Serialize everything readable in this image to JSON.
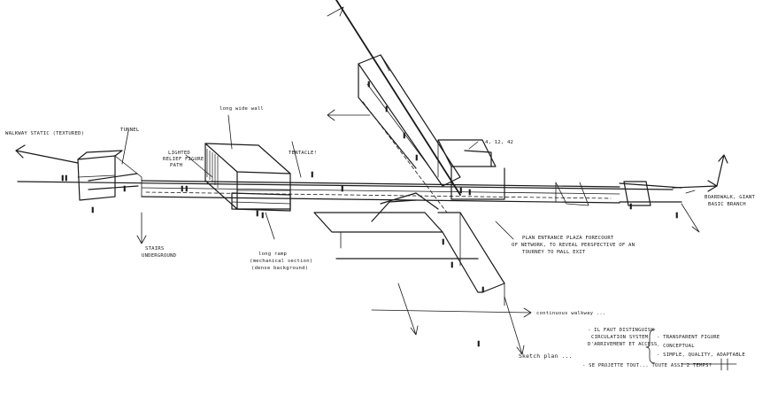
{
  "annotations": {
    "left_title": "WALKWAY STATIC (TEXTURED)",
    "tunnel": "TUNNEL",
    "long_wide_wall": "long wide wall",
    "lighted_relief_1": "LIGHTED",
    "lighted_relief_2": "RELIEF FIGURE",
    "lighted_relief_3": "PATH",
    "tentacle": "TENTACLE!",
    "numbers": "4, 12, 42",
    "stairs_1": "STAIRS",
    "stairs_2": "UNDERGROUND",
    "long_ramp_1": "long ramp",
    "long_ramp_2": "(mechanical section)",
    "long_ramp_3": "(dense background)",
    "center_1": "PLAN ENTRANCE PLAZA FORECOURT",
    "center_2": "OF NETWORK, TO REVEAL PERSPECTIVE OF AN",
    "center_3": "TOURNEY TO MALL EXIT",
    "continuous": "continuous walkway ...",
    "right_1": "BOARDWALK, GIANT",
    "right_2": "BASIC BRANCH",
    "bottom_1": "- IL FAUT DISTINGUISH",
    "bottom_2": "CIRCULATION SYSTEM",
    "bottom_3": "D'ARRIVEMENT ET ACCESS",
    "brace_1": "- TRANSPARENT FIGURE",
    "brace_2": "- CONCEPTUAL",
    "brace_3": "- SIMPLE, QUALITY, ADAPTABLE",
    "bottom_q": "- SE PROJETTE TOUT... TOUTE ASSI 2 TEMPS?",
    "signature": "Sketch plan ..."
  }
}
